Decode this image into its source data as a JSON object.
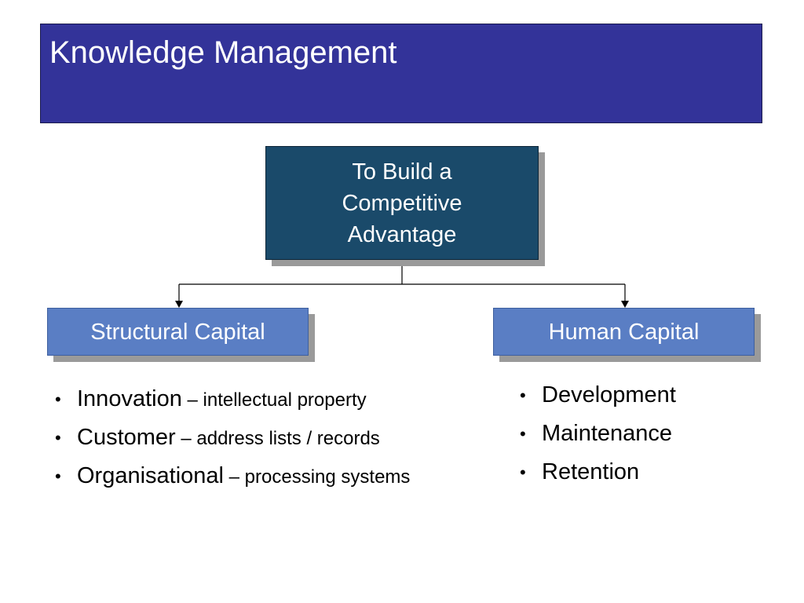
{
  "slide": {
    "title": "Knowledge Management"
  },
  "diagram": {
    "root": {
      "lines": [
        "To Build a",
        "Competitive",
        "Advantage"
      ]
    },
    "branches": {
      "left": {
        "label": "Structural Capital",
        "items": [
          {
            "term": "Innovation",
            "desc": " – intellectual property"
          },
          {
            "term": "Customer",
            "desc": " – address lists / records"
          },
          {
            "term": "Organisational",
            "desc": " – processing systems"
          }
        ]
      },
      "right": {
        "label": "Human Capital",
        "items": [
          {
            "term": "Development"
          },
          {
            "term": "Maintenance"
          },
          {
            "term": "Retention"
          }
        ]
      }
    },
    "bullet_glyph": "•"
  },
  "colors": {
    "title_bar": "#333399",
    "root_box": "#1a4a6a",
    "branch_box": "#5a7ec4",
    "shadow": "#9a9a9a",
    "connector": "#000000"
  }
}
